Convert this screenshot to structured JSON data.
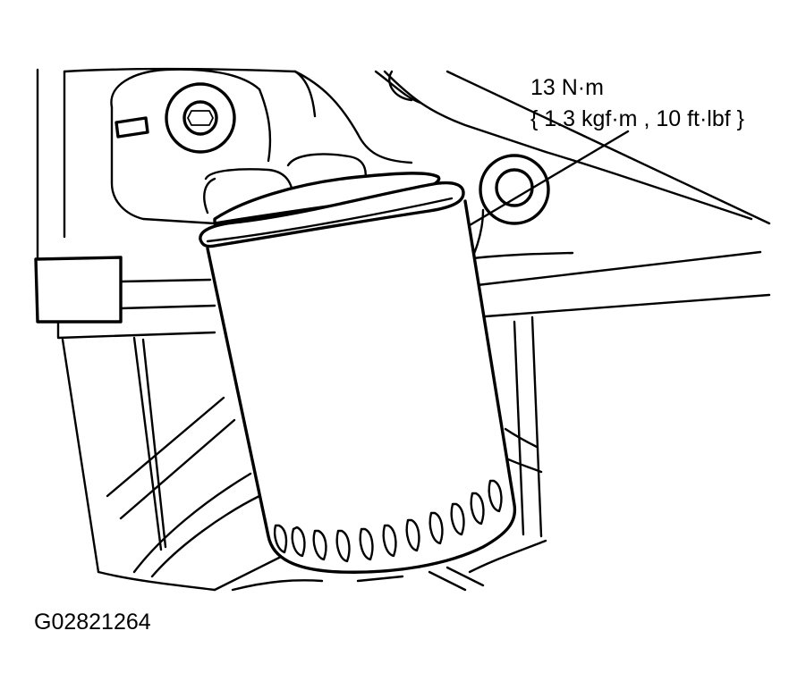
{
  "torque": {
    "primary": "13 N·m",
    "secondary": "{ 1.3 kgf·m , 10 ft·lbf }"
  },
  "figure_id": "G02821264",
  "colors": {
    "ink": "#000000",
    "paper": "#ffffff"
  }
}
